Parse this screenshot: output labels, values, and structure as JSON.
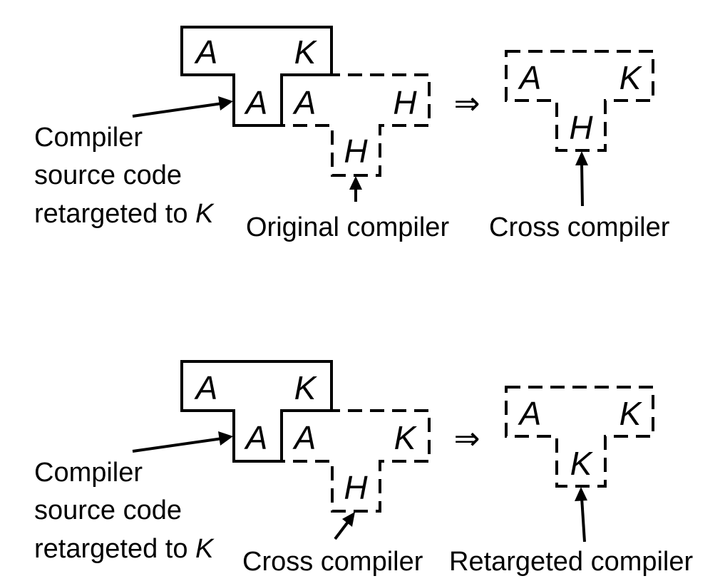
{
  "diagrams": [
    {
      "source_tdiagram": {
        "left": "A",
        "right": "K",
        "bottom": "A"
      },
      "host_tdiagram": {
        "left": "A",
        "right": "H",
        "bottom": "H"
      },
      "result_tdiagram": {
        "left": "A",
        "right": "K",
        "bottom": "H"
      },
      "implies_symbol": "⇒",
      "source_label": {
        "line1": "Compiler",
        "line2": "source code",
        "line3": "retargeted to ",
        "line3_italic": "K"
      },
      "host_label": "Original compiler",
      "result_label": "Cross compiler"
    },
    {
      "source_tdiagram": {
        "left": "A",
        "right": "K",
        "bottom": "A"
      },
      "host_tdiagram": {
        "left": "A",
        "right": "K",
        "bottom": "H"
      },
      "result_tdiagram": {
        "left": "A",
        "right": "K",
        "bottom": "K"
      },
      "implies_symbol": "⇒",
      "source_label": {
        "line1": "Compiler",
        "line2": "source code",
        "line3": "retargeted to ",
        "line3_italic": "K"
      },
      "host_label": "Cross compiler",
      "result_label": "Retargeted compiler"
    }
  ]
}
